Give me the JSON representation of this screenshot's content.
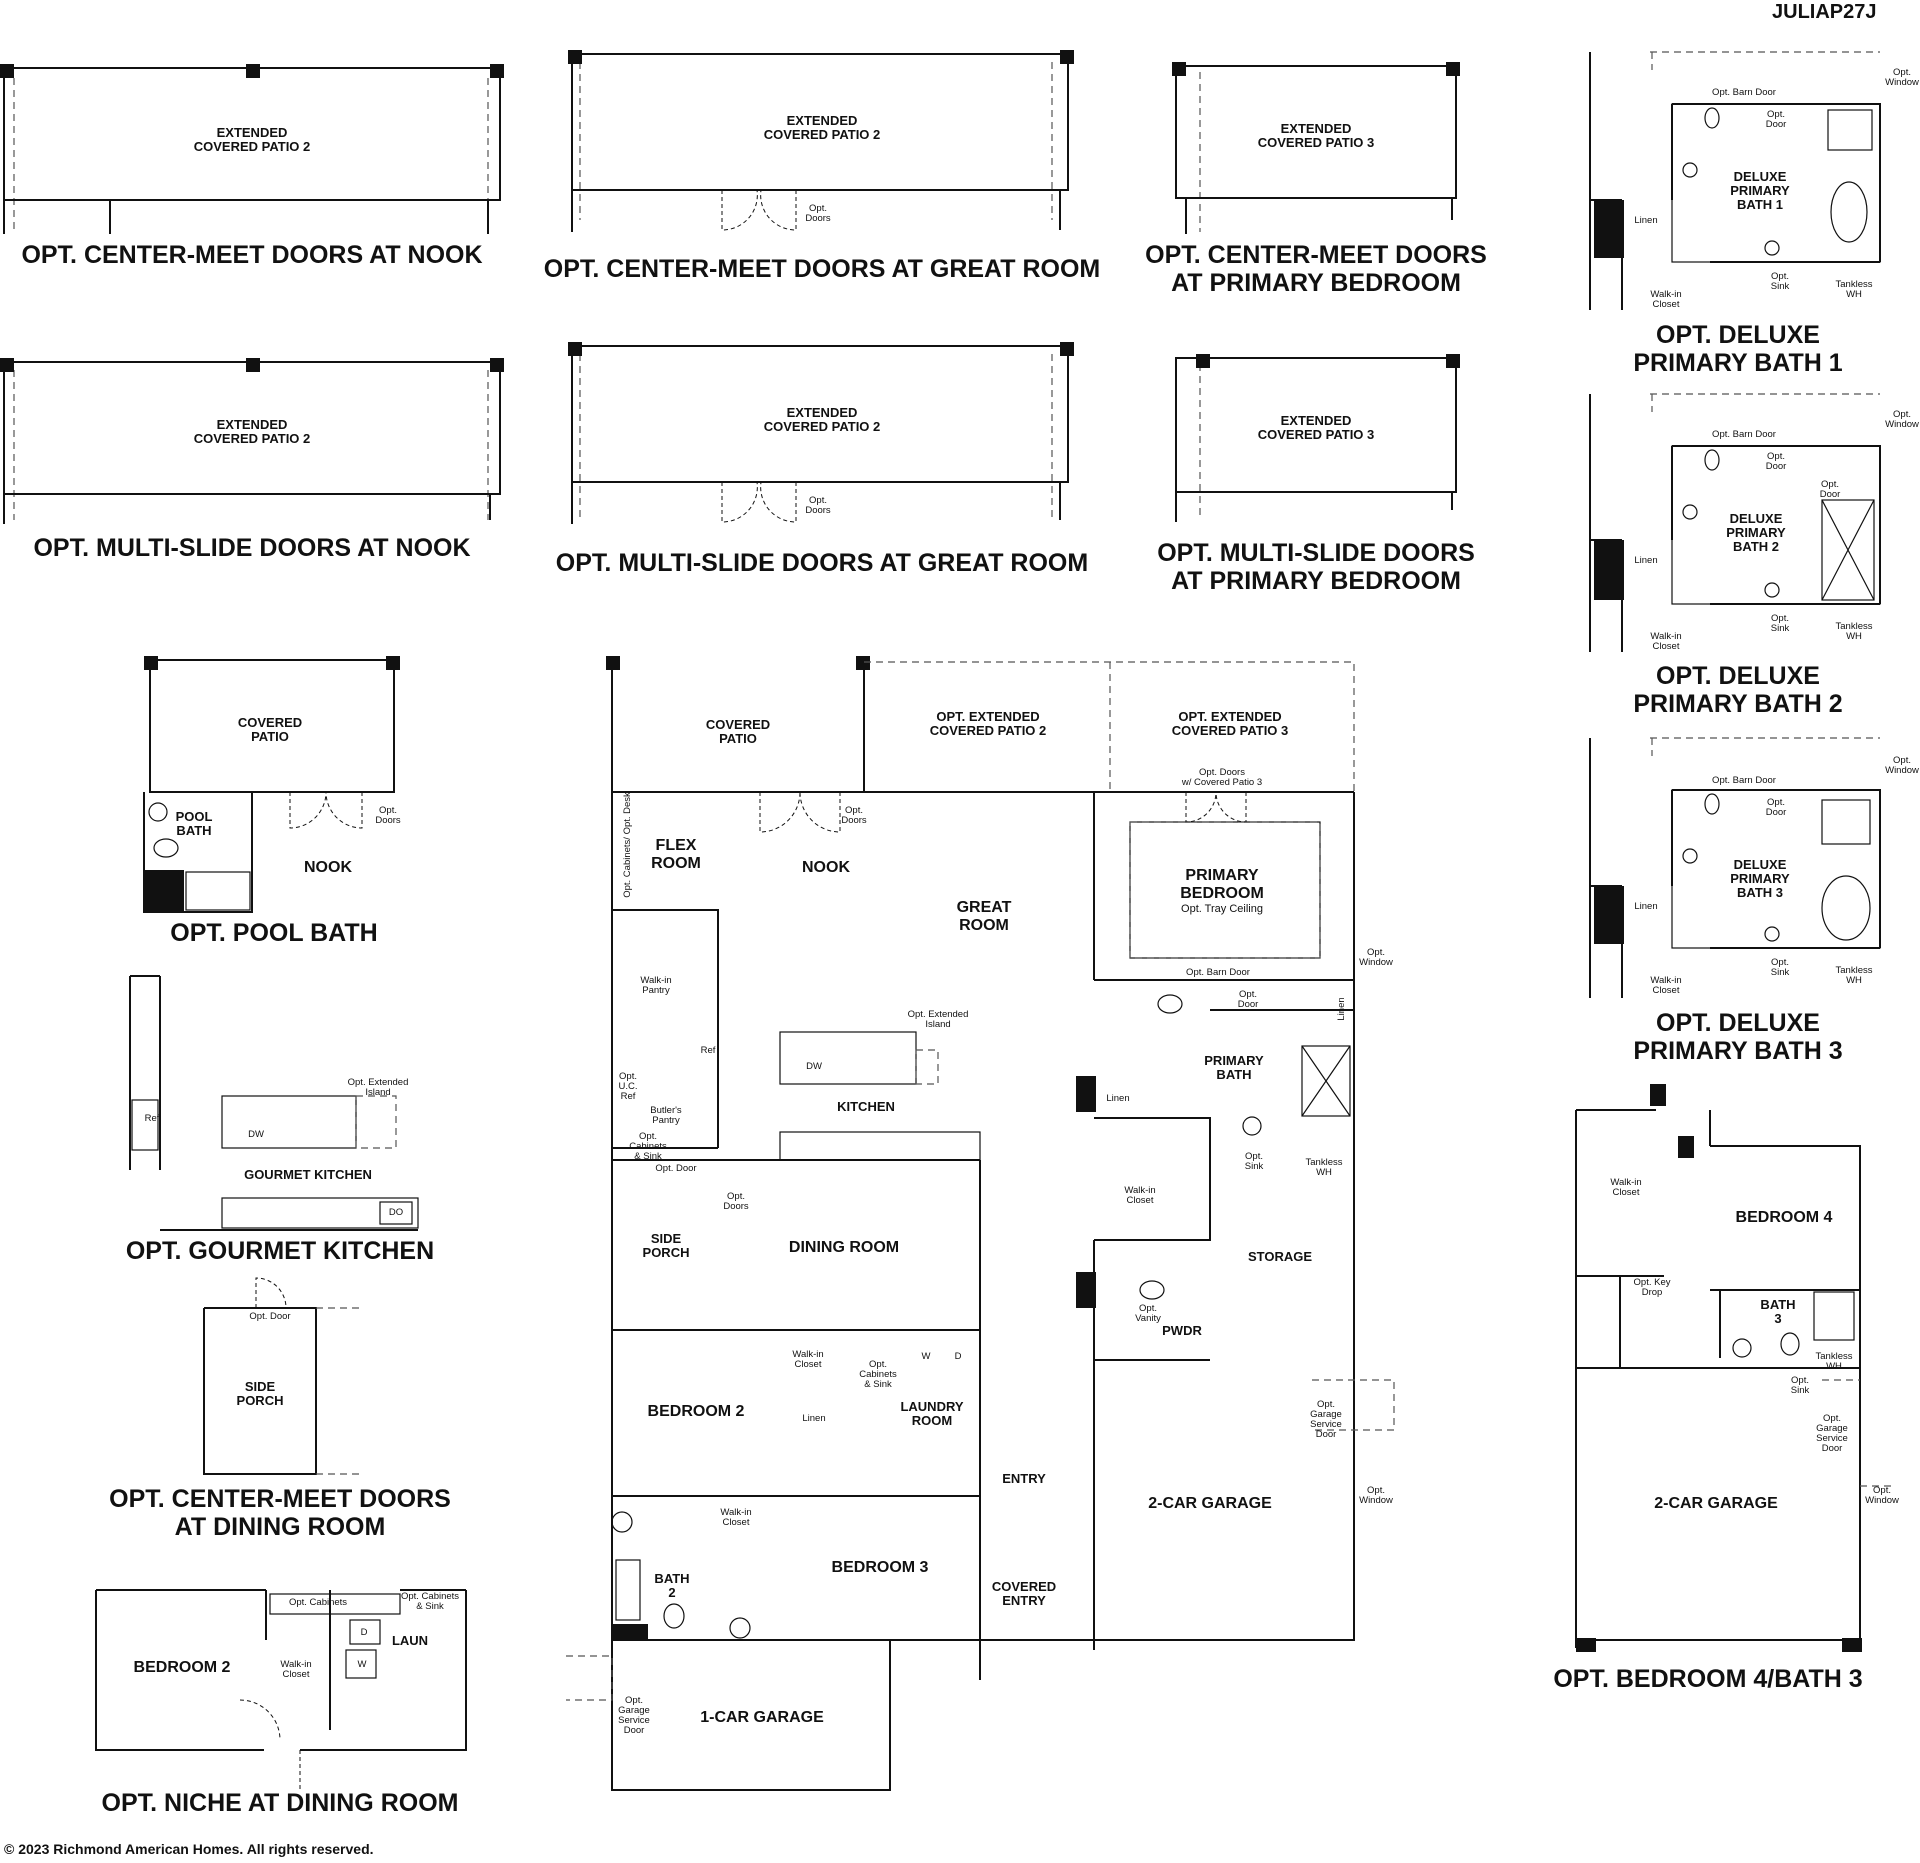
{
  "header": {
    "plan_code": "JULIAP27J"
  },
  "footer": {
    "copyright": "© 2023 Richmond American Homes. All rights reserved."
  },
  "captions": {
    "doors_nook": "OPT. CENTER-MEET DOORS AT NOOK",
    "doors_great_room": "OPT. CENTER-MEET DOORS AT GREAT ROOM",
    "doors_primary_1": "OPT. CENTER-MEET DOORS",
    "doors_primary_2": "AT PRIMARY BEDROOM",
    "multi_nook": "OPT. MULTI-SLIDE DOORS AT NOOK",
    "multi_great_room": "OPT. MULTI-SLIDE DOORS AT GREAT ROOM",
    "multi_primary_1": "OPT. MULTI-SLIDE DOORS",
    "multi_primary_2": "AT PRIMARY BEDROOM",
    "deluxe1_1": "OPT. DELUXE",
    "deluxe1_2": "PRIMARY BATH 1",
    "deluxe2_1": "OPT. DELUXE",
    "deluxe2_2": "PRIMARY BATH 2",
    "deluxe3_1": "OPT. DELUXE",
    "deluxe3_2": "PRIMARY BATH 3",
    "pool_bath": "OPT. POOL BATH",
    "gourmet": "OPT. GOURMET KITCHEN",
    "dining_doors_1": "OPT. CENTER-MEET DOORS",
    "dining_doors_2": "AT DINING ROOM",
    "niche": "OPT. NICHE AT DINING ROOM",
    "bed4": "OPT. BEDROOM 4/BATH 3"
  },
  "labels": {
    "extended": "EXTENDED",
    "covered_patio_2": "COVERED PATIO 2",
    "covered_patio_3": "COVERED PATIO 3",
    "covered": "COVERED",
    "patio": "PATIO",
    "opt_doors_1": "Opt.",
    "opt_doors_2": "Doors",
    "opt_barn_door": "Opt. Barn Door",
    "opt_window_1": "Opt.",
    "opt_window_2": "Window",
    "opt_door_1": "Opt.",
    "opt_door_2": "Door",
    "deluxe": "DELUXE",
    "primary": "PRIMARY",
    "bath_1": "BATH 1",
    "bath_2": "BATH 2",
    "bath_3": "BATH 3",
    "linen": "Linen",
    "walk_in": "Walk-in",
    "closet": "Closet",
    "opt_sink_1": "Opt.",
    "opt_sink_2": "Sink",
    "tankless": "Tankless",
    "wh": "WH",
    "pool": "POOL",
    "bath": "BATH",
    "nook": "NOOK",
    "ref": "Ref",
    "dw": "DW",
    "do": "DO",
    "opt_ext_island_1": "Opt. Extended",
    "opt_ext_island_2": "Island",
    "gourmet_kitchen": "GOURMET KITCHEN",
    "opt_door": "Opt. Door",
    "side": "SIDE",
    "porch": "PORCH",
    "bedroom_2": "BEDROOM 2",
    "opt_cabinets": "Opt. Cabinets",
    "opt_cab_sink_1": "Opt. Cabinets",
    "opt_cab_sink_2": "& Sink",
    "laun": "LAUN",
    "d": "D",
    "w": "W",
    "opt_ext_patio_2_1": "OPT. EXTENDED",
    "opt_ext_patio_2_2": "COVERED PATIO 2",
    "opt_ext_patio_3_1": "OPT. EXTENDED",
    "opt_ext_patio_3_2": "COVERED PATIO 3",
    "opt_doors_cp3_1": "Opt. Doors",
    "opt_doors_cp3_2": "w/ Covered Patio 3",
    "flex_1": "FLEX",
    "flex_2": "ROOM",
    "opt_cab_desk": "Opt. Cabinets/ Opt. Desk",
    "great_1": "GREAT",
    "great_2": "ROOM",
    "primary_bed_1": "PRIMARY",
    "primary_bed_2": "BEDROOM",
    "tray": "Opt. Tray Ceiling",
    "pantry": "Pantry",
    "kitchen": "KITCHEN",
    "uc_1": "Opt.",
    "uc_2": "U.C.",
    "uc_3": "Ref",
    "butlers_1": "Butler's",
    "butlers_2": "Pantry",
    "opt_cab_sink_3": "Opt.",
    "opt_cab_sink_4": "Cabinets",
    "opt_cab_sink_5": "& Sink",
    "primary_bath_1": "PRIMARY",
    "primary_bath_2": "BATH",
    "dining_room": "DINING ROOM",
    "storage": "STORAGE",
    "opt_vanity_1": "Opt.",
    "opt_vanity_2": "Vanity",
    "pwdr": "PWDR",
    "laundry_1": "LAUNDRY",
    "laundry_2": "ROOM",
    "entry": "ENTRY",
    "garage_2": "2-CAR GARAGE",
    "garage_svc_1": "Opt.",
    "garage_svc_2": "Garage",
    "garage_svc_3": "Service",
    "garage_svc_4": "Door",
    "bedroom_3": "BEDROOM 3",
    "covered_entry_1": "COVERED",
    "covered_entry_2": "ENTRY",
    "bath2_1": "BATH",
    "bath2_2": "2",
    "garage_1": "1-CAR GARAGE",
    "bedroom_4": "BEDROOM 4",
    "bath3_1": "BATH",
    "bath3_2": "3",
    "opt_key_1": "Opt. Key",
    "opt_key_2": "Drop"
  }
}
